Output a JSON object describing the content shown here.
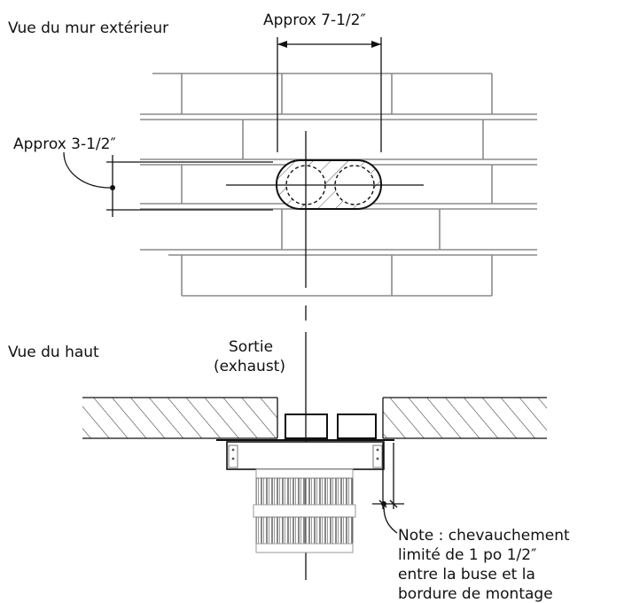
{
  "labels": {
    "exterior_view": "Vue du mur extérieur",
    "width_dim": "Approx 7-1/2″",
    "height_dim": "Approx 3-1/2″",
    "top_view": "Vue du haut",
    "exhaust_line1": "Sortie",
    "exhaust_line2": "(exhaust)",
    "note_line1": "Note : chevauchement",
    "note_line2": "limité de 1 po 1/2″",
    "note_line3": "entre la buse et la",
    "note_line4": "bordure de montage"
  },
  "colors": {
    "line": "#111111",
    "brick": "#8a8a8a",
    "hatch": "#444444"
  }
}
